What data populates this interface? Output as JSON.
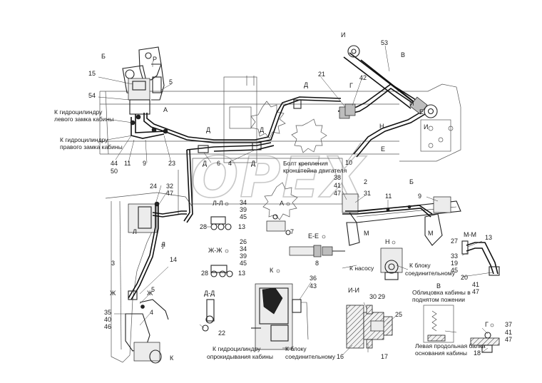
{
  "watermark": "OPEX",
  "views": {
    "b": "Б",
    "v": "В",
    "k": "К",
    "a": "А",
    "d": "Д",
    "zh": "Ж",
    "l": "Л",
    "m": "М",
    "n": "Н",
    "g": "Г",
    "ye": "Е",
    "i": "И",
    "r": "Р",
    "b2": "Б",
    "v2": "В"
  },
  "sections": {
    "ll": "Л-Л",
    "zhzh": "Ж-Ж",
    "dd": "Д-Д",
    "yeye": "Е-Е",
    "mm": "М-М",
    "ii": "И-И",
    "k": "К",
    "n": "Н",
    "a": "А",
    "g": "Г",
    "v": "В"
  },
  "notes": {
    "left_lock": [
      "К гидроцилиндру",
      "левого замка кабины"
    ],
    "right_lock": [
      "К гидроцилиндру",
      "правого замка кабины"
    ],
    "engine_bolt": [
      "Болт крепления",
      "кронштейна двигателя"
    ],
    "to_pump": "К насосу",
    "to_block_1": [
      "К блоку",
      "соединительному"
    ],
    "cab_lining": [
      "Облицовка кабины в",
      "поднятом пожении"
    ],
    "tilt_cyl": [
      "К гидроцилиндру",
      "опрокидывания кабины"
    ],
    "to_block_2": [
      "К блоку",
      "соединительному"
    ],
    "beam": [
      "Левая продольная балка",
      "основания кабины"
    ]
  },
  "parts": {
    "p15": "15",
    "p54": "54",
    "p5a": "5",
    "p44": "44",
    "p50": "50",
    "p11a": "11",
    "p9a": "9",
    "p23": "23",
    "p6": "6",
    "p4a": "4",
    "p21": "21",
    "p42": "42",
    "p53": "53",
    "p10": "10",
    "p38": "38",
    "p41a": "41",
    "p47a": "47",
    "p2": "2",
    "p31": "31",
    "p11b": "11",
    "p9b": "9",
    "p24": "24",
    "p32": "32",
    "p47b": "47",
    "p7a": "7",
    "p34a": "34",
    "p39a": "39",
    "p45a": "45",
    "p28a": "28",
    "p13a": "13",
    "p7b": "7",
    "p26": "26",
    "p34b": "34",
    "p39b": "39",
    "p45b": "45",
    "p28b": "28",
    "p13b": "13",
    "p8": "8",
    "p3": "3",
    "p14": "14",
    "p35": "35",
    "p40": "40",
    "p46": "46",
    "p5b": "5",
    "p4b": "4",
    "p22": "22",
    "p36": "36",
    "p43": "43",
    "p30": "30",
    "p29": "29",
    "p25": "25",
    "p16": "16",
    "p17": "17",
    "p27": "27",
    "p13c": "13",
    "p33": "33",
    "p19": "19",
    "p20": "20",
    "p41b": "41",
    "p47c": "47",
    "p37": "37",
    "p41c": "41",
    "p47d": "47",
    "p18": "18"
  }
}
